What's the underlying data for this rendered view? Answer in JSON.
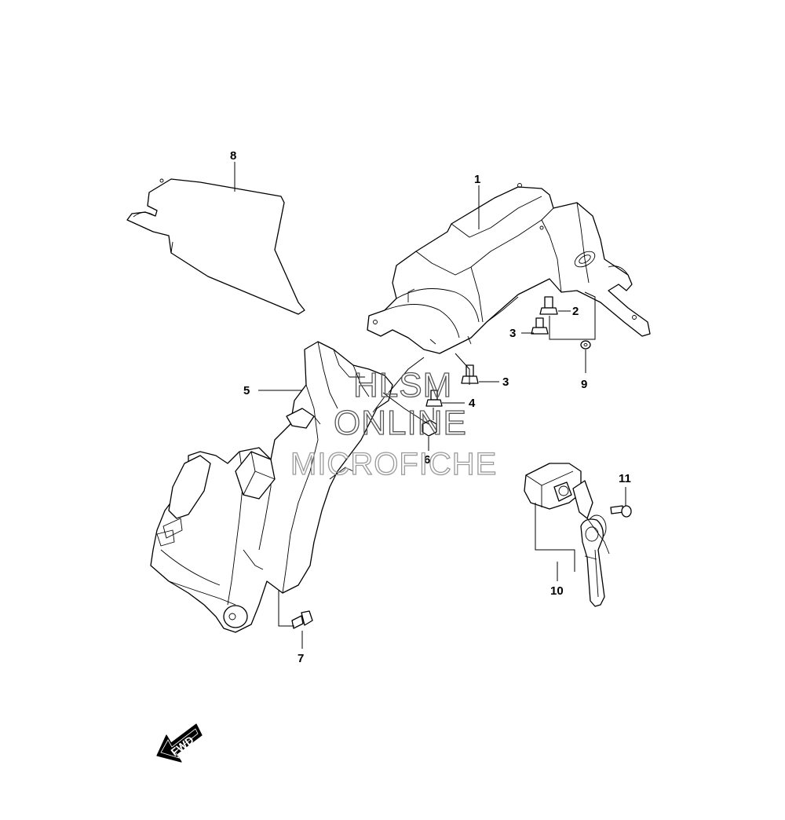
{
  "callouts": {
    "c1": "1",
    "c2": "2",
    "c3a": "3",
    "c3b": "3",
    "c4": "4",
    "c5": "5",
    "c6": "6",
    "c7": "7",
    "c8": "8",
    "c9": "9",
    "c10": "10",
    "c11": "11"
  },
  "watermark": {
    "line1": "HLSM",
    "line2": "ONLINE",
    "line3": "MICROFICHE"
  },
  "direction_arrow": {
    "label": "FWD",
    "icon": "fwd-arrow-icon"
  }
}
